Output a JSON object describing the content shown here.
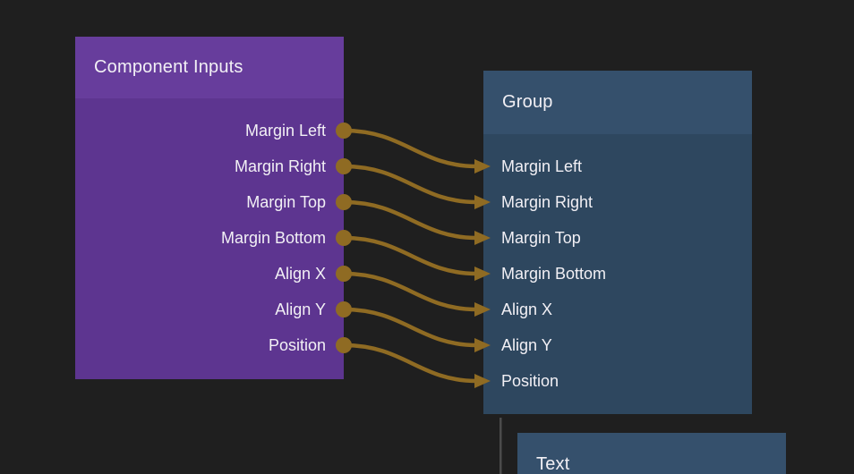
{
  "canvas": {
    "type": "node-editor-canvas"
  },
  "colors": {
    "background": "#1f1f1f",
    "component_inputs_header": "#673d9c",
    "component_inputs_body": "#5d3590",
    "group_header": "#35506c",
    "group_body": "#2e475f",
    "connection_gold": "#8f6b23",
    "edge_gray": "#4b4b4b",
    "text": "#f2f0f5"
  },
  "nodes": {
    "component_inputs": {
      "title": "Component Inputs",
      "outputs": [
        "Margin Left",
        "Margin Right",
        "Margin Top",
        "Margin Bottom",
        "Align X",
        "Align Y",
        "Position"
      ]
    },
    "group": {
      "title": "Group",
      "inputs": [
        "Margin Left",
        "Margin Right",
        "Margin Top",
        "Margin Bottom",
        "Align X",
        "Align Y",
        "Position"
      ]
    },
    "text": {
      "title": "Text"
    }
  },
  "connections": [
    {
      "from": "Component Inputs / Margin Left",
      "to": "Group / Margin Left"
    },
    {
      "from": "Component Inputs / Margin Right",
      "to": "Group / Margin Right"
    },
    {
      "from": "Component Inputs / Margin Top",
      "to": "Group / Margin Top"
    },
    {
      "from": "Component Inputs / Margin Bottom",
      "to": "Group / Margin Bottom"
    },
    {
      "from": "Component Inputs / Align X",
      "to": "Group / Align X"
    },
    {
      "from": "Component Inputs / Align Y",
      "to": "Group / Align Y"
    },
    {
      "from": "Component Inputs / Position",
      "to": "Group / Position"
    }
  ]
}
